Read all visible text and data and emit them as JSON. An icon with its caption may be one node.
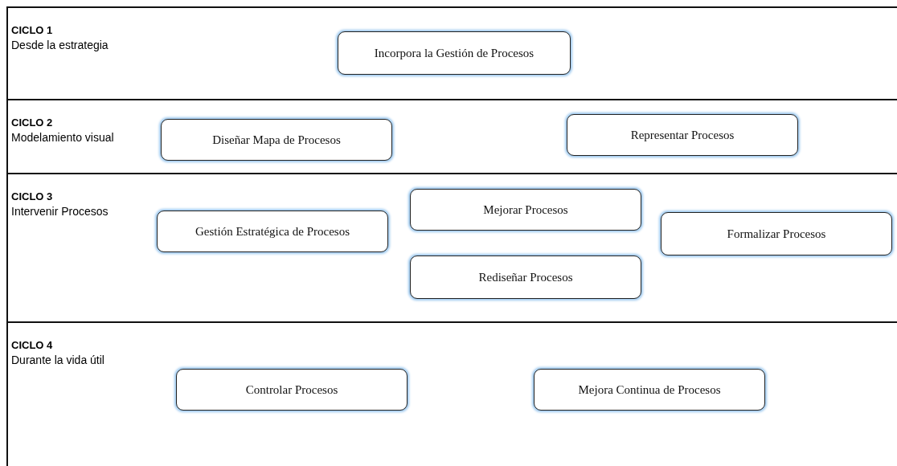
{
  "diagram": {
    "nodes": [
      {
        "text": [
          "CICLO 1",
          "Desde la estrategia"
        ]
      },
      {
        "text": [
          "Incorpora la Gestión de Procesos"
        ],
        "in": 0
      },
      {
        "text": [
          "CICLO 2",
          "Modelamiento visual"
        ]
      },
      {
        "text": [
          "Diseñar Mapa de Procesos"
        ],
        "in": 2
      },
      {
        "text": [
          "Representar Procesos"
        ],
        "in": 2
      },
      {
        "text": [
          "CICLO 3",
          "Intervenir Procesos"
        ]
      },
      {
        "text": [
          "Gestión Estratégica de Procesos"
        ],
        "in": 5
      },
      {
        "text": [
          "Mejorar Procesos"
        ],
        "in": 5
      },
      {
        "text": [
          "Formalizar Procesos"
        ],
        "in": 5
      },
      {
        "text": [
          "Rediseñar Procesos"
        ],
        "in": 5
      },
      {
        "text": [
          "CICLO 4",
          "Durante la vida útil"
        ]
      },
      {
        "text": [
          "Controlar Procesos"
        ],
        "in": 10
      },
      {
        "text": [
          "Mejora Continua de Procesos"
        ],
        "in": 10
      }
    ]
  }
}
